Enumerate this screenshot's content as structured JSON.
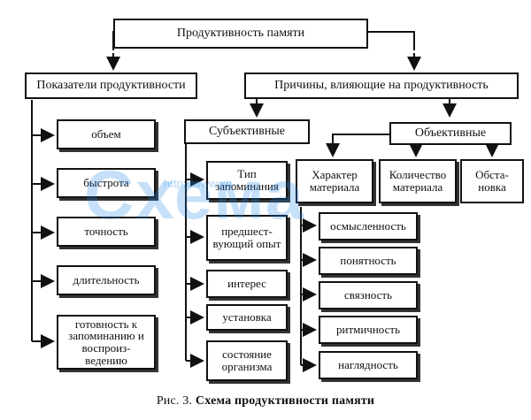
{
  "diagram": {
    "root": "Продуктивность памяти",
    "left_header": "Показатели продуктивности",
    "right_header": "Причины, влияющие на продуктивность",
    "indicators": [
      "объем",
      "быстрота",
      "точность",
      "длительность",
      "готовность к запоминанию и воспроиз-ведению"
    ],
    "subjective_header": "Субъективные",
    "subjective": [
      "Тип запоминания",
      "предшест-вующий опыт",
      "интерес",
      "установка",
      "состояние организма"
    ],
    "objective_header": "Объективные",
    "objective": [
      "Характер материала",
      "Количество материала",
      "Обста-новка"
    ],
    "material_traits": [
      "осмысленность",
      "понятность",
      "связность",
      "ритмичность",
      "наглядность"
    ]
  },
  "caption": {
    "prefix": "Рис. 3.",
    "title": "Схема продуктивности памяти"
  },
  "watermark": {
    "logo": "Схема",
    "url": "http://www.xn--"
  },
  "colors": {
    "line": "#111111",
    "watermark": "#1e88e5"
  }
}
